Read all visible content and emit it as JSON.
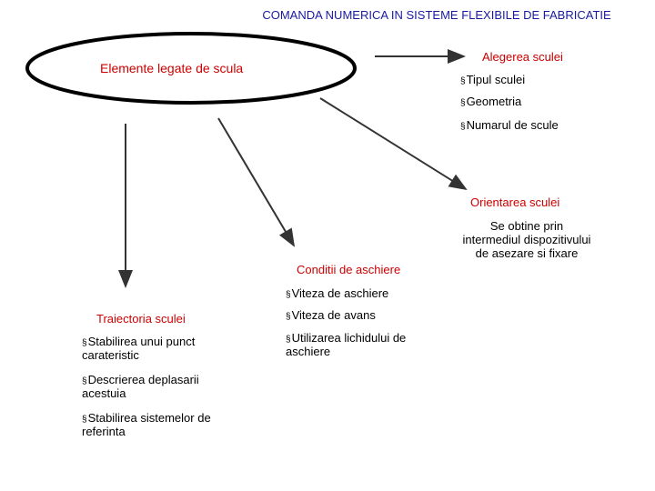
{
  "title": "COMANDA NUMERICA IN SISTEME FLEXIBILE DE FABRICATIE",
  "central": {
    "label": "Elemente legate de scula"
  },
  "alegerea": {
    "heading": "Alegerea sculei",
    "items": [
      "Tipul sculei",
      "Geometria",
      "Numarul de scule"
    ]
  },
  "orientarea": {
    "heading": "Orientarea sculei",
    "description": "Se obtine prin intermediul dispozitivului de asezare si fixare"
  },
  "conditii": {
    "heading": "Conditii de aschiere",
    "items": [
      "Viteza de aschiere",
      "Viteza de avans",
      "Utilizarea lichidului de aschiere"
    ]
  },
  "traiectoria": {
    "heading": "Traiectoria sculei",
    "items": [
      "Stabilirea unui punct carateristic",
      "Descrierea deplasarii acestuia",
      "Stabilirea sistemelor de referinta"
    ]
  },
  "bullet_symbol": "§",
  "colors": {
    "heading": "#cc0000",
    "title": "#1a1aa0",
    "lines": "#333333"
  }
}
